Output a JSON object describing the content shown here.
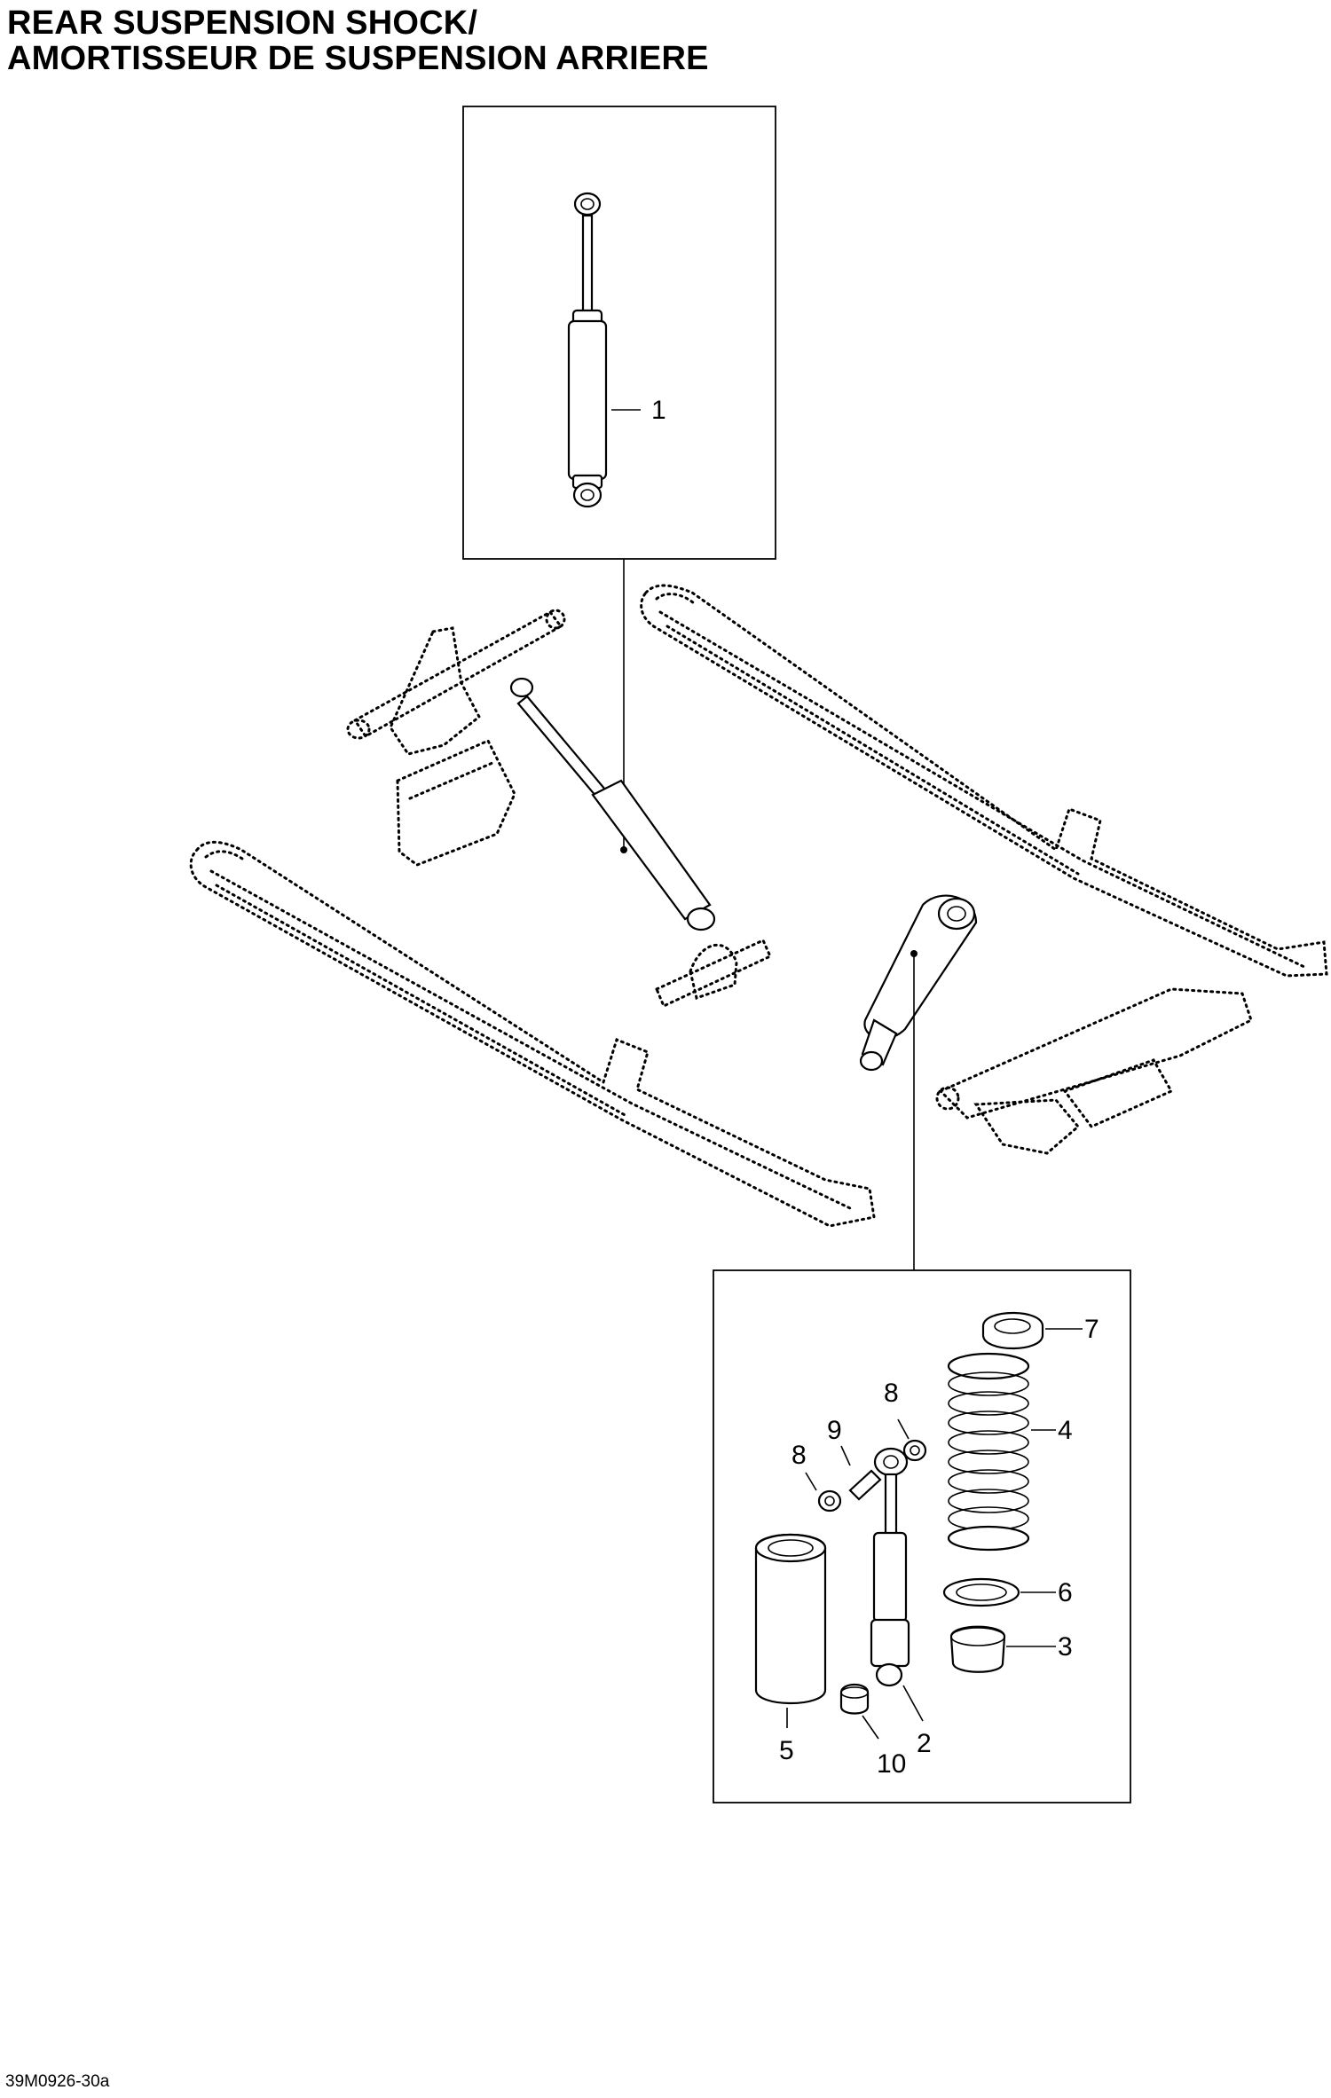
{
  "title": {
    "line1": "REAR SUSPENSION SHOCK/",
    "line2": "AMORTISSEUR DE SUSPENSION ARRIERE"
  },
  "callouts": [
    {
      "id": "1",
      "label": "1"
    },
    {
      "id": "2",
      "label": "2"
    },
    {
      "id": "3",
      "label": "3"
    },
    {
      "id": "4",
      "label": "4"
    },
    {
      "id": "5",
      "label": "5"
    },
    {
      "id": "6",
      "label": "6"
    },
    {
      "id": "7",
      "label": "7"
    },
    {
      "id": "8a",
      "label": "8"
    },
    {
      "id": "8b",
      "label": "8"
    },
    {
      "id": "9",
      "label": "9"
    },
    {
      "id": "10",
      "label": "10"
    }
  ],
  "drawing_code": "39M0926-30a"
}
